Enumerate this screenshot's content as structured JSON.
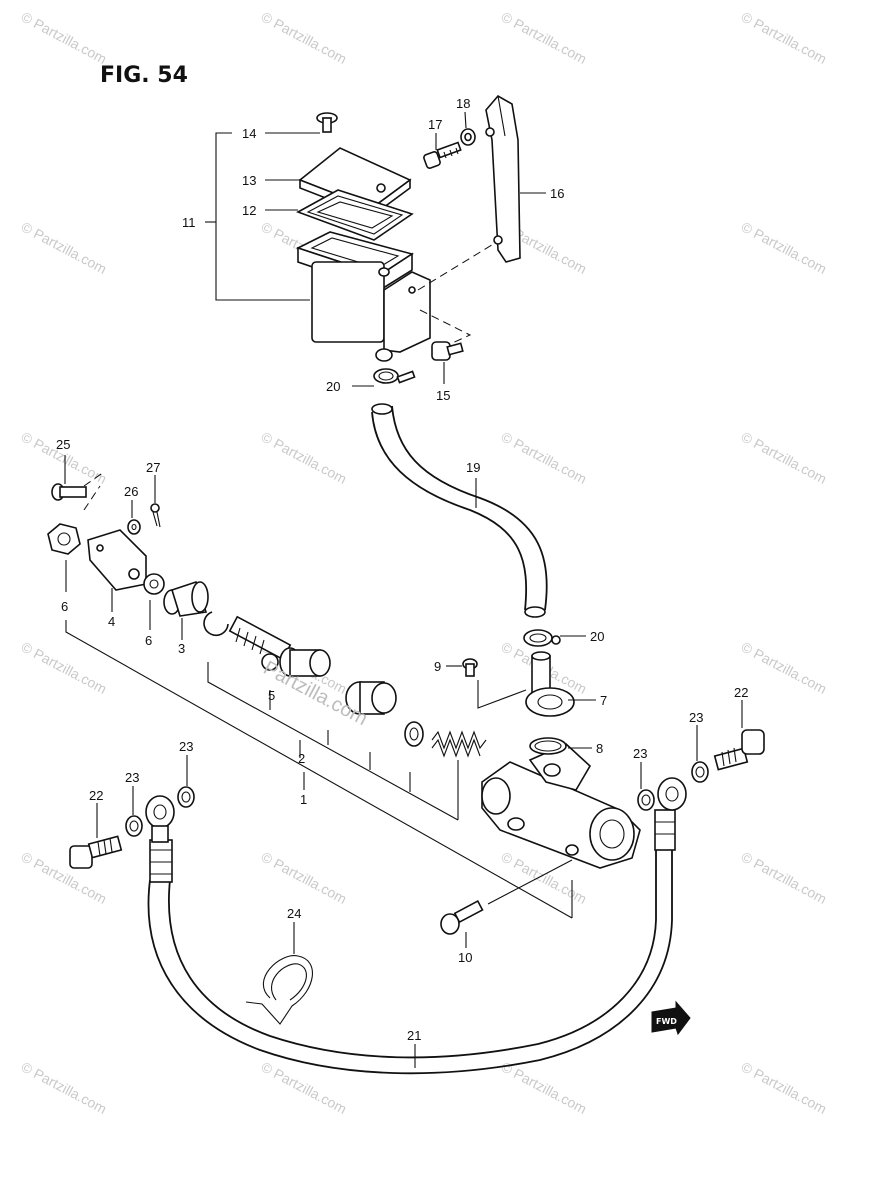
{
  "figure": {
    "title": "FIG. 54"
  },
  "callouts": [
    {
      "label": "14",
      "name": "callout-14"
    },
    {
      "label": "13",
      "name": "callout-13"
    },
    {
      "label": "12",
      "name": "callout-12"
    },
    {
      "label": "11",
      "name": "callout-11"
    },
    {
      "label": "17",
      "name": "callout-17"
    },
    {
      "label": "18",
      "name": "callout-18"
    },
    {
      "label": "16",
      "name": "callout-16"
    },
    {
      "label": "20",
      "name": "callout-20-top"
    },
    {
      "label": "15",
      "name": "callout-15"
    },
    {
      "label": "19",
      "name": "callout-19"
    },
    {
      "label": "25",
      "name": "callout-25"
    },
    {
      "label": "27",
      "name": "callout-27"
    },
    {
      "label": "26",
      "name": "callout-26"
    },
    {
      "label": "6",
      "name": "callout-6-left"
    },
    {
      "label": "4",
      "name": "callout-4"
    },
    {
      "label": "6",
      "name": "callout-6-mid"
    },
    {
      "label": "3",
      "name": "callout-3"
    },
    {
      "label": "5",
      "name": "callout-5"
    },
    {
      "label": "20",
      "name": "callout-20-right"
    },
    {
      "label": "9",
      "name": "callout-9"
    },
    {
      "label": "7",
      "name": "callout-7"
    },
    {
      "label": "8",
      "name": "callout-8"
    },
    {
      "label": "2",
      "name": "callout-2"
    },
    {
      "label": "1",
      "name": "callout-1"
    },
    {
      "label": "23",
      "name": "callout-23-upper-left"
    },
    {
      "label": "23",
      "name": "callout-23-left"
    },
    {
      "label": "22",
      "name": "callout-22-left"
    },
    {
      "label": "23",
      "name": "callout-23-right"
    },
    {
      "label": "23",
      "name": "callout-23-far-right"
    },
    {
      "label": "22",
      "name": "callout-22-right"
    },
    {
      "label": "10",
      "name": "callout-10"
    },
    {
      "label": "24",
      "name": "callout-24"
    },
    {
      "label": "21",
      "name": "callout-21"
    }
  ],
  "watermark": {
    "text": "© Partzilla.com",
    "center_text": "Partzilla.com"
  },
  "fwd_arrow": {
    "label": "FWD"
  },
  "colors": {
    "ink": "#111111",
    "watermark": "#c9c9c9",
    "background": "#ffffff"
  }
}
